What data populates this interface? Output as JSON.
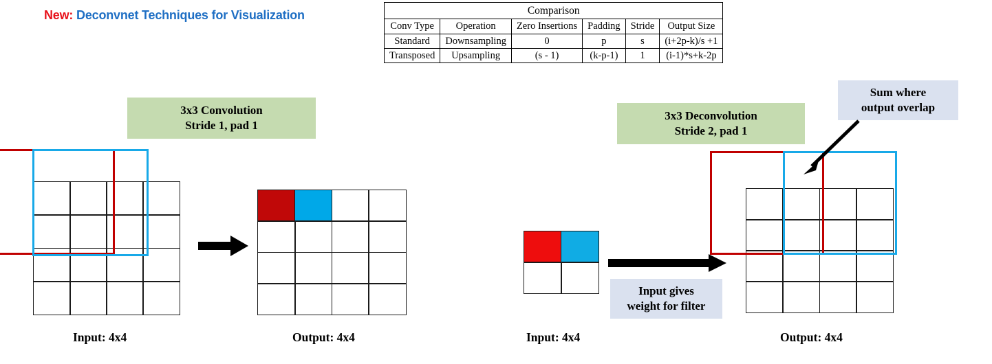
{
  "title": {
    "badge": "New:",
    "text": "Deconvnet Techniques for Visualization",
    "badge_color": "#e8121b",
    "text_color": "#1f6fc4"
  },
  "comparison_table": {
    "title": "Comparison",
    "headers": [
      "Conv Type",
      "Operation",
      "Zero Insertions",
      "Padding",
      "Stride",
      "Output Size"
    ],
    "rows": [
      [
        "Standard",
        "Downsampling",
        "0",
        "p",
        "s",
        "(i+2p-k)/s +1"
      ],
      [
        "Transposed",
        "Upsampling",
        "(s - 1)",
        "(k-p-1)",
        "1",
        "(i-1)*s+k-2p"
      ]
    ]
  },
  "left_panel": {
    "caption_line1": "3x3 Convolution",
    "caption_line2": "Stride 1, pad 1",
    "input_label": "Input: 4x4",
    "output_label": "Output: 4x4",
    "input_grid": {
      "rows": 4,
      "cols": 4
    },
    "output_grid": {
      "rows": 4,
      "cols": 4,
      "filled": [
        {
          "row": 0,
          "col": 0,
          "color": "#c00808"
        },
        {
          "row": 0,
          "col": 1,
          "color": "#00a8e8"
        }
      ]
    },
    "kernel_overlays": [
      {
        "name": "red-kernel",
        "color": "#c00000"
      },
      {
        "name": "blue-kernel",
        "color": "#18a9e8"
      }
    ]
  },
  "right_panel": {
    "caption_line1": "3x3 Deconvolution",
    "caption_line2": "Stride 2, pad 1",
    "input_label": "Input: 4x4",
    "output_label": "Output: 4x4",
    "input_grid": {
      "rows": 2,
      "cols": 2,
      "filled": [
        {
          "row": 0,
          "col": 0,
          "color": "#ee0d0d"
        },
        {
          "row": 0,
          "col": 1,
          "color": "#10ace4"
        }
      ]
    },
    "output_grid": {
      "rows": 4,
      "cols": 4
    },
    "kernel_overlays": [
      {
        "name": "red-kernel",
        "color": "#c00000"
      },
      {
        "name": "blue-kernel",
        "color": "#18a9e8"
      }
    ]
  },
  "callouts": {
    "sum_overlap_line1": "Sum where",
    "sum_overlap_line2": "output overlap",
    "input_weight_line1": "Input gives",
    "input_weight_line2": "weight for filter",
    "background": "#dae1ef"
  },
  "colors": {
    "green_caption_bg": "#c5dbb0",
    "blue_caption_bg": "#dae1ef",
    "grid_stroke": "#1a1a1a",
    "arrow": "#000000"
  }
}
